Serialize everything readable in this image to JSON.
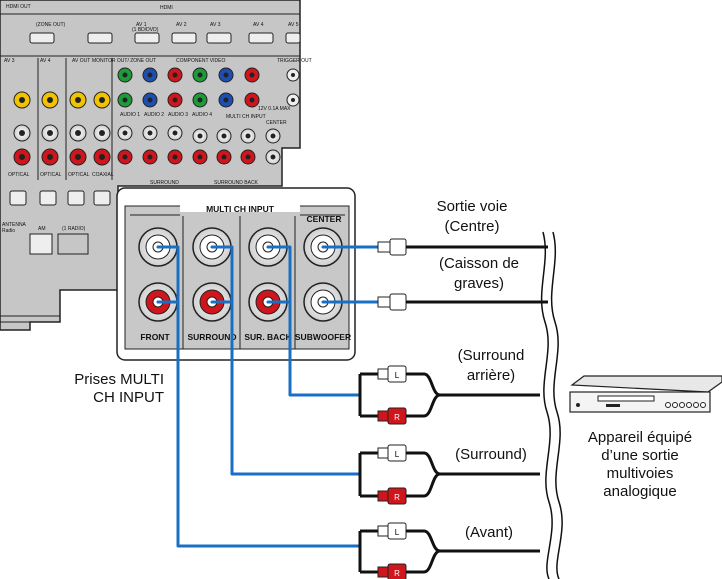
{
  "panel": {
    "title": "MULTI CH INPUT",
    "center_label": "CENTER",
    "columns": [
      "FRONT",
      "SURROUND",
      "SUR. BACK",
      "SUBWOOFER"
    ]
  },
  "receiver": {
    "hdmi": "HDMI",
    "zone_out": "HDMI OUT",
    "zone_out2": "(ZONE OUT)",
    "hdmi_inputs": [
      "AV 1",
      "AV 2",
      "AV 3",
      "AV 4",
      "AV 5"
    ],
    "hdmi_av1_sub": "(1 BD/DVD)",
    "component_video": "COMPONENT VIDEO",
    "trigger_out": "TRIGGER OUT",
    "av3": "AV 3",
    "av4": "AV 4",
    "av_out": "AV OUT",
    "monitor_out": "MONITOR OUT/ ZONE OUT",
    "audio_labels": [
      "AUDIO 1",
      "AUDIO 2",
      "AUDIO 3",
      "AUDIO 4"
    ],
    "multi_ch_small": "MULTI CH INPUT",
    "center_small": "CENTER",
    "optical": "OPTICAL",
    "coaxial": "COAXIAL",
    "surround": "SURROUND",
    "surround_back": "SURROUND BACK",
    "antenna": "ANTENNA",
    "radio": "Radio",
    "am": "AM",
    "radio_am": "(1 RADIO)",
    "twelve_v": "12V 0.1A MAX"
  },
  "labels": {
    "sortie_voie": "Sortie voie",
    "centre": "(Centre)",
    "caisson_1": "(Caisson de",
    "caisson_2": "graves)",
    "surround_arriere_1": "(Surround",
    "surround_arriere_2": "arrière)",
    "surround": "(Surround)",
    "avant": "(Avant)",
    "prises_1": "Prises MULTI",
    "prises_2": "CH INPUT",
    "appareil_1": "Appareil équipé",
    "appareil_2": "d’une sortie",
    "appareil_3": "multivoies",
    "appareil_4": "analogique"
  },
  "plug_letters": {
    "left": "L",
    "right": "R"
  },
  "colors": {
    "cable": "#1a6fc4",
    "wire": "#111111",
    "red": "#d0161c",
    "green": "#1f9a3a",
    "blue": "#1e4fb0",
    "yellow": "#f2c400",
    "panel_gray": "#c8c8c8"
  }
}
